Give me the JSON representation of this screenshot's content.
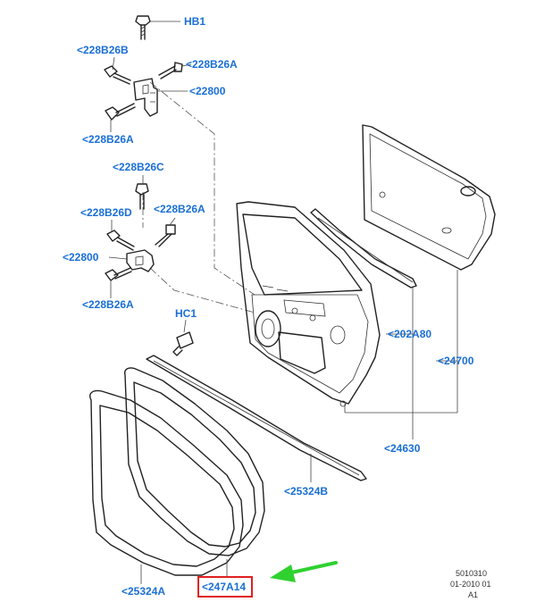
{
  "callouts": {
    "hb1": "HB1",
    "bolt_upper_left": "<228B26B",
    "bolt_upper_right": "<228B26A",
    "hinge_upper": "<22800",
    "bolt_upper_lower": "<228B26A",
    "bolt_lower_top": "<228B26C",
    "bolt_lower_left": "<228B26D",
    "bolt_lower_right": "<228B26A",
    "hinge_lower": "<22800",
    "bolt_lower_bottom": "<228B26A",
    "hc1": "HC1",
    "glass_run": "<202A80",
    "outer_panel": "<24700",
    "door_assy": "<24630",
    "belt_strip": "<25324B",
    "weatherstrip_outer": "<25324A",
    "weatherstrip_inner": "<247A14"
  },
  "footer": {
    "code": "5010310",
    "date": "01-2010 01",
    "rev": "A1"
  },
  "highlight": {
    "target": "weatherstrip_inner",
    "box_color": "#e02020",
    "arrow_color": "#2fd12f"
  },
  "colors": {
    "label": "#1a6fd6",
    "line": "#222222"
  }
}
